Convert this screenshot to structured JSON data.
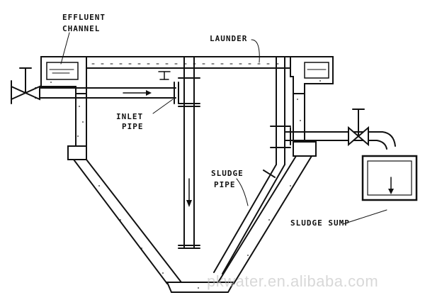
{
  "diagram": {
    "labels": {
      "effluent_line1": "EFFLUENT",
      "effluent_line2": "CHANNEL",
      "launder": "LAUNDER",
      "inlet_line1": "INLET",
      "inlet_line2": "PIPE",
      "sludge_pipe_line1": "SLUDGE",
      "sludge_pipe_line2": "PIPE",
      "sludge_sump": "SLUDGE SUMP"
    },
    "watermark": "pkwater.en.alibaba.com"
  }
}
